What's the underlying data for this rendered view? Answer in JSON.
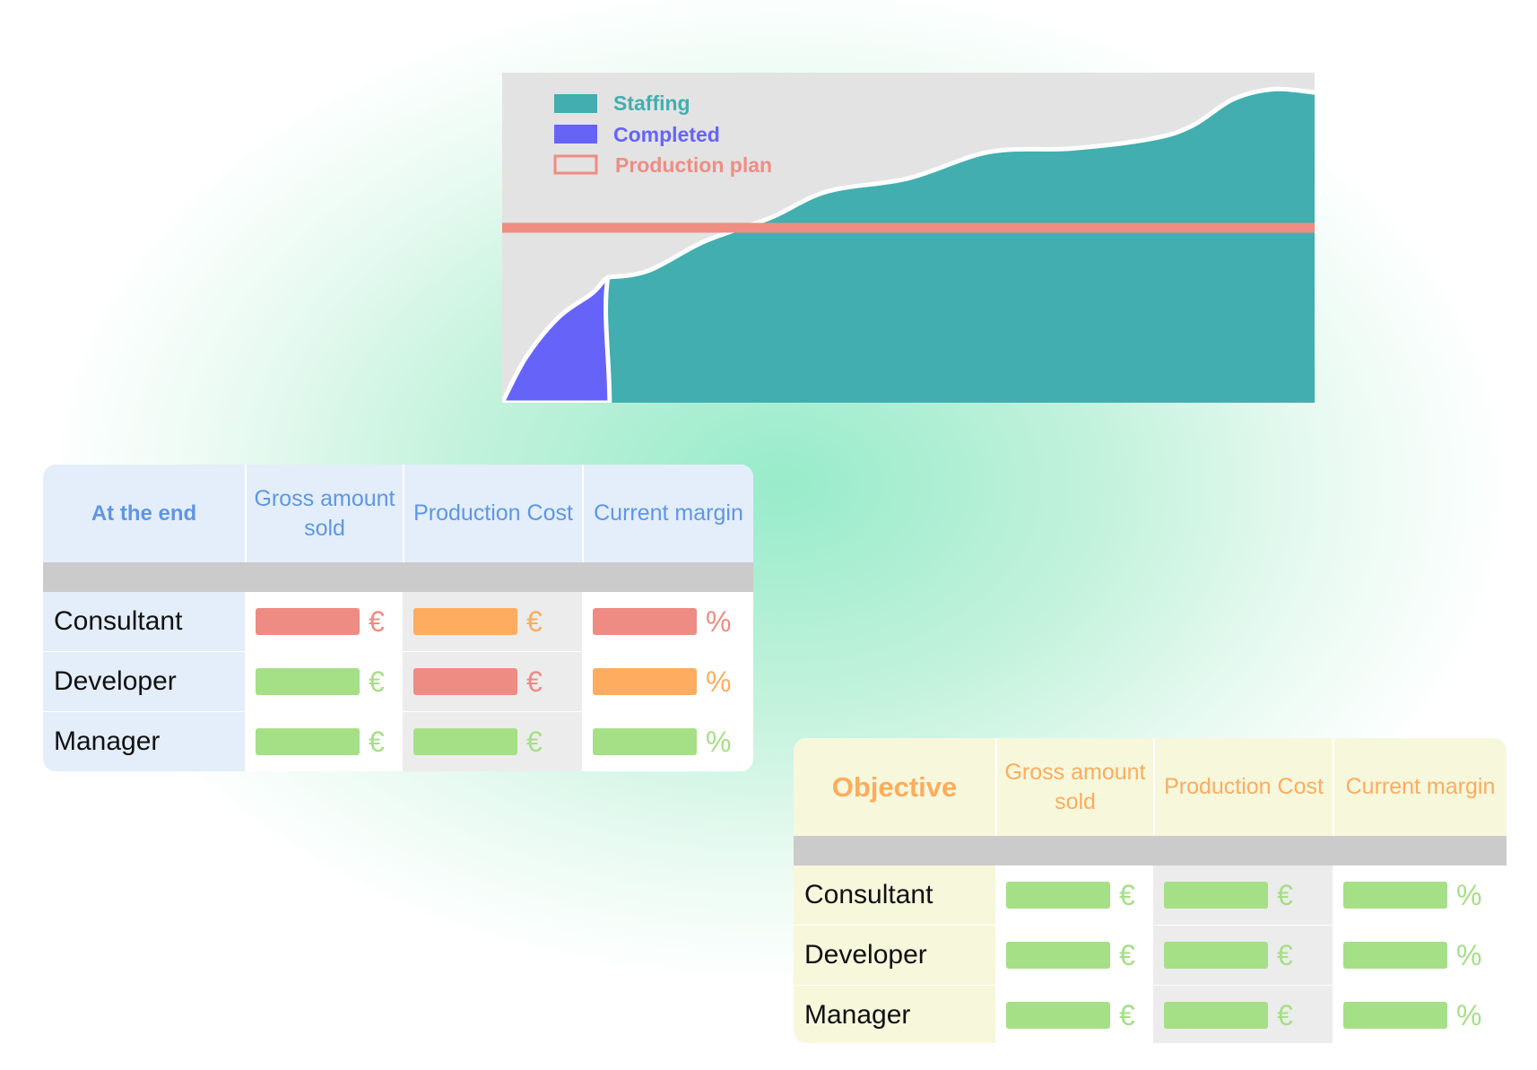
{
  "colors": {
    "staffing": "#42aeaf",
    "completed": "#6664f8",
    "production_plan": "#ef8d83",
    "chart_background": "#e3e3e3",
    "good": "#a5df86",
    "bad": "#ee8b83",
    "warning": "#fdac60"
  },
  "chart_data": {
    "type": "area",
    "title": "",
    "xlabel": "",
    "ylabel": "",
    "xlim": [
      0,
      100
    ],
    "ylim": [
      0,
      100
    ],
    "grid": false,
    "legend_position": "top-left",
    "series": [
      {
        "name": "Staffing",
        "color": "#42aeaf",
        "x": [
          13,
          18,
          25,
          33,
          40,
          50,
          60,
          70,
          80,
          85,
          90,
          95,
          100
        ],
        "y": [
          38,
          40,
          49,
          56,
          64,
          68,
          76,
          77,
          80,
          84,
          92,
          95,
          94
        ]
      },
      {
        "name": "Completed",
        "color": "#6664f8",
        "x": [
          0,
          3,
          7,
          11,
          12.5,
          13
        ],
        "y": [
          0,
          14,
          26,
          33,
          37,
          38
        ]
      }
    ],
    "reference_lines": [
      {
        "name": "Production plan",
        "axis": "y",
        "value": 53,
        "color": "#ef8d83"
      }
    ],
    "legend": [
      {
        "label": "Staffing",
        "style": "filled",
        "color": "#42aeaf"
      },
      {
        "label": "Completed",
        "style": "filled",
        "color": "#6664f8"
      },
      {
        "label": "Production plan",
        "style": "outline",
        "color": "#ef8d83"
      }
    ]
  },
  "tables": {
    "at_the_end": {
      "title": "At the end",
      "headers": [
        "Gross amount sold",
        "Production Cost",
        "Current margin"
      ],
      "rows": [
        {
          "label": "Consultant",
          "cells": [
            {
              "status": "red",
              "unit": "€"
            },
            {
              "status": "orange",
              "unit": "€"
            },
            {
              "status": "red",
              "unit": "%"
            }
          ]
        },
        {
          "label": "Developer",
          "cells": [
            {
              "status": "green",
              "unit": "€"
            },
            {
              "status": "red",
              "unit": "€"
            },
            {
              "status": "orange",
              "unit": "%"
            }
          ]
        },
        {
          "label": "Manager",
          "cells": [
            {
              "status": "green",
              "unit": "€"
            },
            {
              "status": "green",
              "unit": "€"
            },
            {
              "status": "green",
              "unit": "%"
            }
          ]
        }
      ]
    },
    "objective": {
      "title": "Objective",
      "headers": [
        "Gross amount sold",
        "Production Cost",
        "Current margin"
      ],
      "rows": [
        {
          "label": "Consultant",
          "cells": [
            {
              "status": "green",
              "unit": "€"
            },
            {
              "status": "green",
              "unit": "€"
            },
            {
              "status": "green",
              "unit": "%"
            }
          ]
        },
        {
          "label": "Developer",
          "cells": [
            {
              "status": "green",
              "unit": "€"
            },
            {
              "status": "green",
              "unit": "€"
            },
            {
              "status": "green",
              "unit": "%"
            }
          ]
        },
        {
          "label": "Manager",
          "cells": [
            {
              "status": "green",
              "unit": "€"
            },
            {
              "status": "green",
              "unit": "€"
            },
            {
              "status": "green",
              "unit": "%"
            }
          ]
        }
      ]
    }
  }
}
